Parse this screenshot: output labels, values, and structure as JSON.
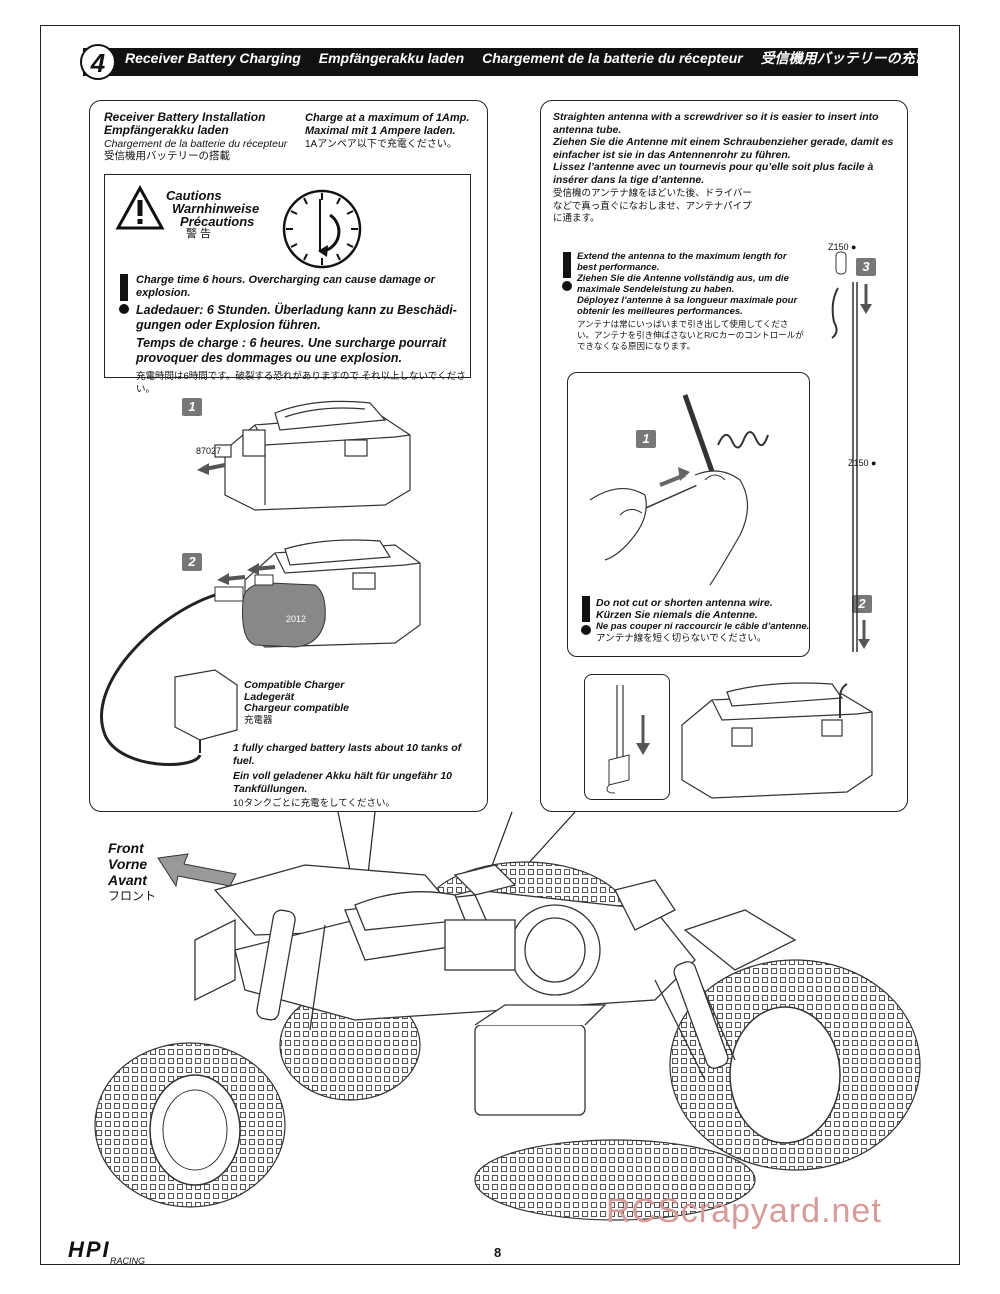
{
  "header": {
    "step_number": "4",
    "titles": [
      "Receiver Battery Charging",
      "Empfängerakku laden",
      "Chargement de la batterie du récepteur",
      "受信機用バッテリーの充電"
    ]
  },
  "left_panel": {
    "title_en": "Receiver Battery Installation",
    "title_de": "Empfängerakku laden",
    "title_fr": "Chargement de la batterie du récepteur",
    "title_jp": "受信機用バッテリーの搭載",
    "charge_en": "Charge at a maximum of 1Amp.",
    "charge_de": "Maximal mit 1 Ampere laden.",
    "charge_jp": "1Aアンペア以下で充電ください。",
    "cautions": {
      "title_en": "Cautions",
      "title_de": "Warnhinweise",
      "title_fr": "Précautions",
      "title_jp": "警 告",
      "text_en": "Charge time 6 hours. Overcharging can cause damage or explosion.",
      "text_de": "Ladedauer: 6 Stunden. Überladung kann zu Beschädi-gungen oder Explosion führen.",
      "text_fr": "Temps de charge : 6 heures. Une surcharge pourrait provoquer des dommages ou une explosion.",
      "text_jp": "充電時間は6時間です。破裂する恐れがありますので それ以上しないでください。"
    },
    "step1": "1",
    "step2": "2",
    "part_87027": "87027",
    "part_2012": "2012",
    "charger_en": "Compatible Charger",
    "charger_de": "Ladegerät",
    "charger_fr": "Chargeur compatible",
    "charger_jp": "充電器",
    "tanks_en": "1 fully charged battery lasts about 10 tanks of fuel.",
    "tanks_de": "Ein voll geladener Akku hält für ungefähr 10 Tankfüllungen.",
    "tanks_jp": "10タンクごとに充電をしてください。"
  },
  "right_panel": {
    "straighten_en": "Straighten antenna with a screwdriver so it is easier to insert into antenna tube.",
    "straighten_de": "Ziehen Sie die Antenne mit einem Schraubenzieher gerade, damit es einfacher ist sie in das Antennenrohr zu führen.",
    "straighten_fr": "Lissez l’antenne avec un tournevis pour qu’elle soit plus facile à insérer dans la tige d’antenne.",
    "straighten_jp": "受信機のアンテナ線をほどいた後、ドライバーなどで真っ直ぐになおしませ、アンテナパイプに通ます。",
    "extend_en": "Extend the antenna to the maximum length for best performance.",
    "extend_de": "Ziehen Sie die Antenne vollständig aus, um die maximale Sendeleistung zu haben.",
    "extend_fr": "Déployez l’antenne à sa longueur maximale pour obtenir les meilleures performances.",
    "extend_jp": "アンテナは常にいっぱいまで引き出して使用してください。アンテナを引き伸ばさないとR/Cカーのコントロールができなくなる原因になります。",
    "nocut_en": "Do not cut or shorten antenna wire.",
    "nocut_de": "Kürzen Sie niemals die Antenne.",
    "nocut_fr": "Ne pas couper ni raccourcir le câble d’antenne.",
    "nocut_jp": "アンテナ線を短く切らないでください。",
    "part_z150_cap": "Z150",
    "part_z150_tube": "Z150",
    "step1": "1",
    "step2": "2",
    "step3": "3"
  },
  "front_label": {
    "en": "Front",
    "de": "Vorne",
    "fr": "Avant",
    "jp": "フロント"
  },
  "footer": {
    "page_number": "8",
    "logo": "HPI",
    "logo_sub": "RACING",
    "watermark": "RCScrapyard.net"
  }
}
